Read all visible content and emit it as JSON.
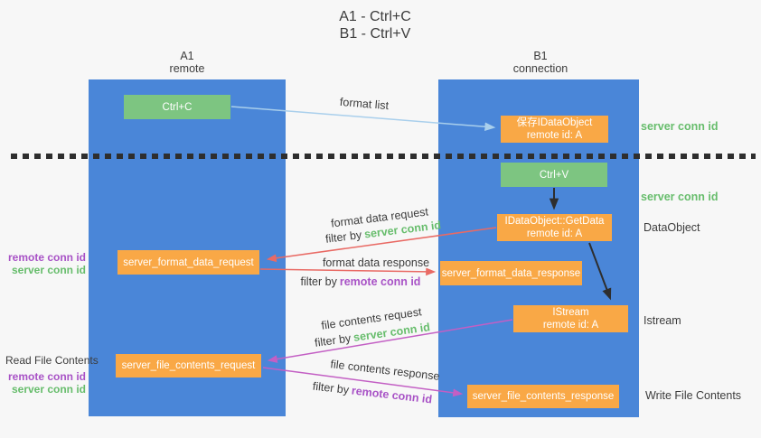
{
  "colors": {
    "bg": "#f7f7f7",
    "lifeline-blue": "#4a86d8",
    "node-green": "#7dc581",
    "node-orange": "#f9a846",
    "arrow-blue": "#a9cfec",
    "arrow-red": "#e96a64",
    "arrow-magenta": "#c35fc4",
    "arrow-black": "#2e2e2e",
    "ink": "#3c3c3c",
    "conn-green": "#67bd6c",
    "conn-purple": "#a852c6"
  },
  "title": {
    "line1": "A1 - Ctrl+C",
    "line2": "B1 - Ctrl+V"
  },
  "lifelines": {
    "left": {
      "name": "A1",
      "role": "remote"
    },
    "right": {
      "name": "B1",
      "role": "connection"
    }
  },
  "nodes": {
    "ctrl_c": {
      "label": "Ctrl+C"
    },
    "save_dataobject": {
      "line1": "保存IDataObject",
      "line2": "remote id: A"
    },
    "ctrl_v": {
      "label": "Ctrl+V"
    },
    "getdata": {
      "line1": "IDataObject::GetData",
      "line2": "remote id: A"
    },
    "format_request": {
      "label": "server_format_data_request"
    },
    "format_response": {
      "label": "server_format_data_response"
    },
    "istream": {
      "line1": "IStream",
      "line2": "remote id: A"
    },
    "file_request": {
      "label": "server_file_contents_request"
    },
    "file_response": {
      "label": "server_file_contents_response"
    }
  },
  "labels": {
    "format_list": "format list",
    "format_data_request": "format data request",
    "format_data_response": "format data response",
    "file_contents_request": "file contents request",
    "file_contents_response": "file contents response",
    "filter_by": "filter by",
    "server_conn_id": "server conn id",
    "remote_conn_id": "remote conn id",
    "dataobject": "DataObject",
    "istream": "Istream",
    "read_file_contents": "Read File Contents",
    "write_file_contents": "Write File Contents"
  }
}
